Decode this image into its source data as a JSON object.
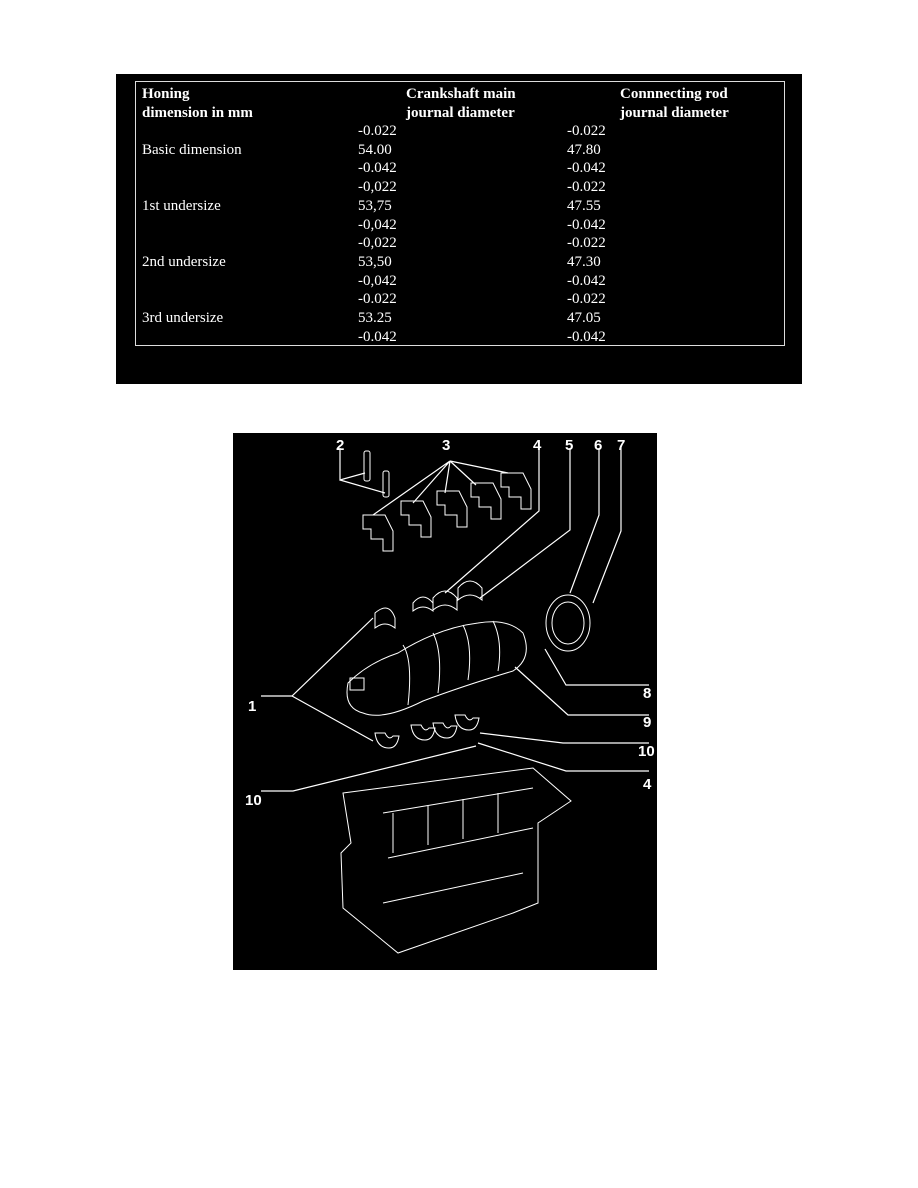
{
  "table": {
    "headers": [
      [
        "Honing",
        "dimension in mm"
      ],
      [
        "Crankshaft main",
        "journal diameter"
      ],
      [
        "Connnecting rod",
        "journal diameter"
      ]
    ],
    "rows": [
      {
        "label": "Basic dimension",
        "main": [
          "-0.022",
          "54.00",
          "-0.042"
        ],
        "rod": [
          "-0.022",
          "47.80",
          "-0.042"
        ]
      },
      {
        "label": "1st undersize",
        "main": [
          "-0,022",
          "53,75",
          "-0,042"
        ],
        "rod": [
          "-0.022",
          "47.55",
          "-0.042"
        ]
      },
      {
        "label": "2nd undersize",
        "main": [
          "-0,022",
          "53,50",
          "-0,042"
        ],
        "rod": [
          "-0.022",
          "47.30",
          "-0.042"
        ]
      },
      {
        "label": "3rd undersize",
        "main": [
          "-0.022",
          "53.25",
          "-0.042"
        ],
        "rod": [
          "-0.022",
          "47.05",
          "-0.042"
        ]
      }
    ]
  },
  "diagram": {
    "callouts": [
      "1",
      "2",
      "3",
      "4",
      "5",
      "6",
      "7",
      "8",
      "9",
      "10",
      "10",
      "4"
    ]
  }
}
